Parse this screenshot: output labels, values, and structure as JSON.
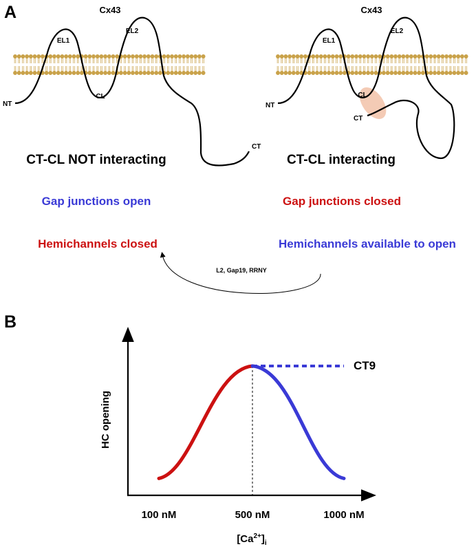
{
  "colors": {
    "blue": "#3a3ad6",
    "red": "#cc1111",
    "lipid": "#c9a24a",
    "interaction": "#f2c2a8"
  },
  "panel_a": {
    "letter": "A",
    "left": {
      "protein": "Cx43",
      "el1": "EL1",
      "el2": "EL2",
      "cl": "CL",
      "nt": "NT",
      "ct": "CT",
      "state": "CT-CL NOT interacting",
      "gap": "Gap junctions open",
      "hemi": "Hemichannels closed"
    },
    "right": {
      "protein": "Cx43",
      "el1": "EL1",
      "el2": "EL2",
      "cl": "CL",
      "nt": "NT",
      "ct": "CT",
      "state": "CT-CL interacting",
      "gap": "Gap junctions closed",
      "hemi": "Hemichannels available to open"
    },
    "arrow_label": "L2, Gap19, RRNY"
  },
  "panel_b": {
    "letter": "B",
    "chart_data": {
      "type": "line",
      "x_ticks": [
        "100 nM",
        "500 nM",
        "1000 nM"
      ],
      "xlabel_main": "[Ca",
      "xlabel_sup": "2+",
      "xlabel_close": "]",
      "xlabel_sub": "i",
      "ylabel": "HC opening",
      "series": [
        {
          "name": "",
          "x": [
            "100 nM",
            "500 nM"
          ],
          "y": [
            0.05,
            1.0
          ],
          "shape": "rising"
        },
        {
          "name": "",
          "x": [
            "500 nM",
            "1000 nM"
          ],
          "y": [
            1.0,
            0.05
          ],
          "shape": "falling"
        },
        {
          "name": "CT9",
          "x": [
            "500 nM",
            "1000 nM"
          ],
          "y": [
            1.0,
            1.0
          ],
          "style": "dashed"
        }
      ],
      "annotation": "CT9",
      "grid": false
    }
  }
}
